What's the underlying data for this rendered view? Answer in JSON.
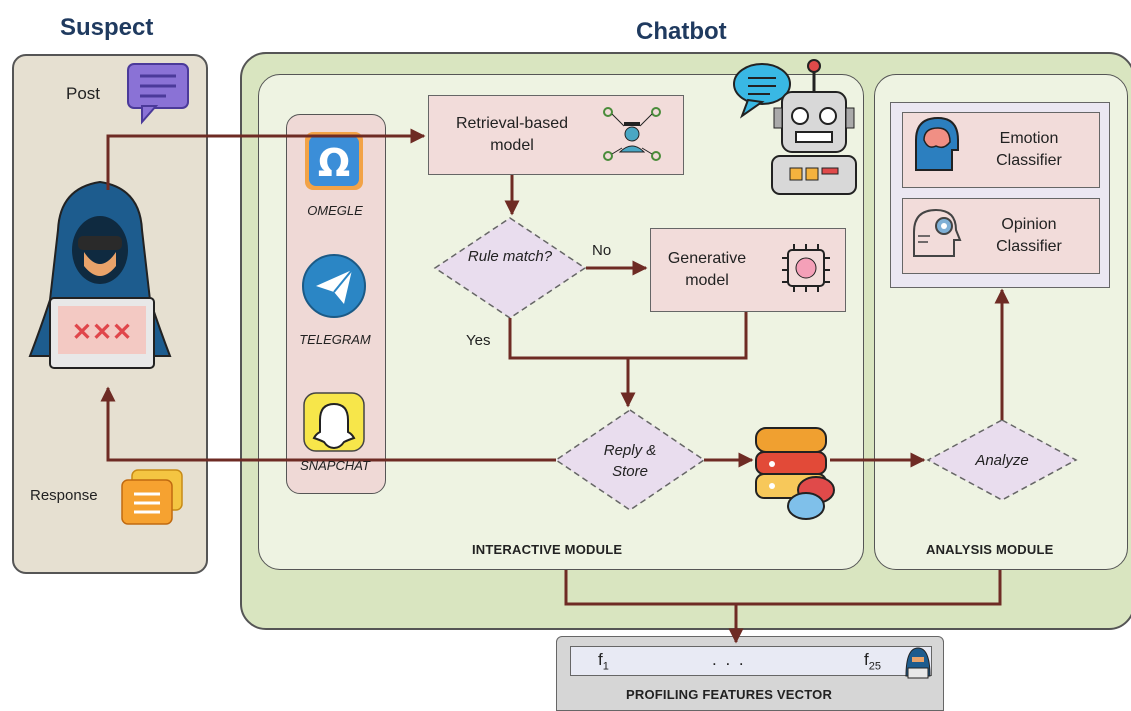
{
  "headers": {
    "suspect": "Suspect",
    "chatbot": "Chatbot"
  },
  "suspect_panel": {
    "post_label": "Post",
    "response_label": "Response"
  },
  "platforms": [
    {
      "name": "OMEGLE",
      "icon": "omega-icon"
    },
    {
      "name": "TELEGRAM",
      "icon": "paper-plane-icon"
    },
    {
      "name": "SNAPCHAT",
      "icon": "ghost-icon"
    }
  ],
  "interactive_module": {
    "label": "INTERACTIVE MODULE",
    "retrieval_model": "Retrieval-based model",
    "rule_match": "Rule match?",
    "no_label": "No",
    "yes_label": "Yes",
    "generative_model": "Generative model",
    "reply_store": "Reply & Store"
  },
  "analysis_module": {
    "label": "ANALYSIS MODULE",
    "emotion_classifier": "Emotion Classifier",
    "opinion_classifier": "Opinion Classifier",
    "analyze": "Analyze"
  },
  "profiling_vector": {
    "label": "PROFILING FEATURES VECTOR",
    "first": "f",
    "first_sub": "1",
    "ellipsis": ". . .",
    "last": "f",
    "last_sub": "25"
  },
  "colors": {
    "arrow": "#6e2b24",
    "chatbot_bg": "#d9e5c0",
    "suspect_bg": "#e6e0d1",
    "box_pink": "#f2dcda",
    "title_blue": "#1f3a5f"
  }
}
